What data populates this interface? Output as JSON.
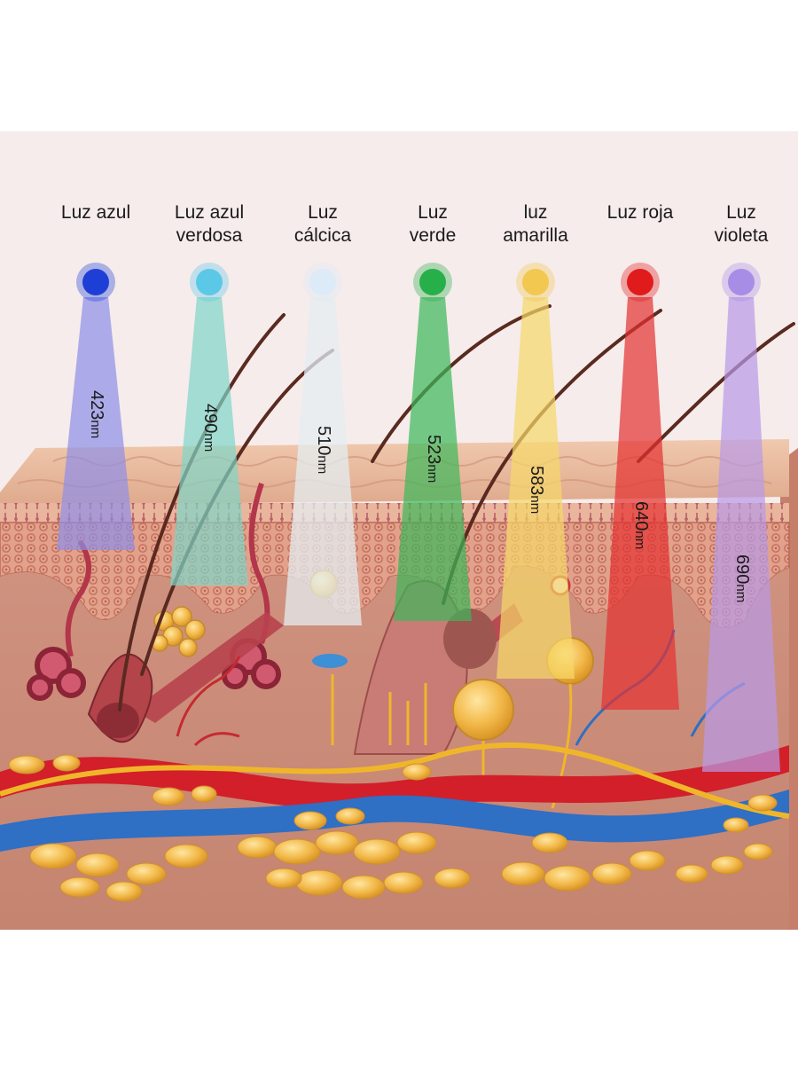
{
  "lights": [
    {
      "label_lines": [
        "Luz azul"
      ],
      "wavelength": "423",
      "unit": "nm",
      "color": "#1e3fd6",
      "beam": "#8e8fe8"
    },
    {
      "label_lines": [
        "Luz azul",
        "verdosa"
      ],
      "wavelength": "490",
      "unit": "nm",
      "color": "#5cc8e8",
      "beam": "#7fd6c8"
    },
    {
      "label_lines": [
        "Luz",
        "cálcica"
      ],
      "wavelength": "510",
      "unit": "nm",
      "color": "#dcebf7",
      "beam": "#e4eef2"
    },
    {
      "label_lines": [
        "Luz",
        "verde"
      ],
      "wavelength": "523",
      "unit": "nm",
      "color": "#27b04a",
      "beam": "#3cb85a"
    },
    {
      "label_lines": [
        "luz",
        "amarilla"
      ],
      "wavelength": "583",
      "unit": "nm",
      "color": "#f2c850",
      "beam": "#f6d96a"
    },
    {
      "label_lines": [
        "Luz roja"
      ],
      "wavelength": "640",
      "unit": "nm",
      "color": "#e01b1b",
      "beam": "#e43030"
    },
    {
      "label_lines": [
        "Luz",
        "violeta"
      ],
      "wavelength": "690",
      "unit": "nm",
      "color": "#a88de6",
      "beam": "#b89ae8"
    }
  ],
  "colors": {
    "background_panel": "#f6eceb",
    "epidermis": "#e8b79a",
    "dermis": "#c98a78",
    "cells": "#d9907e",
    "fat": "#f2b94a",
    "artery": "#d21f2a",
    "vein": "#2f6fc4",
    "nerve": "#f0b62a",
    "hair": "#5a2a20"
  }
}
